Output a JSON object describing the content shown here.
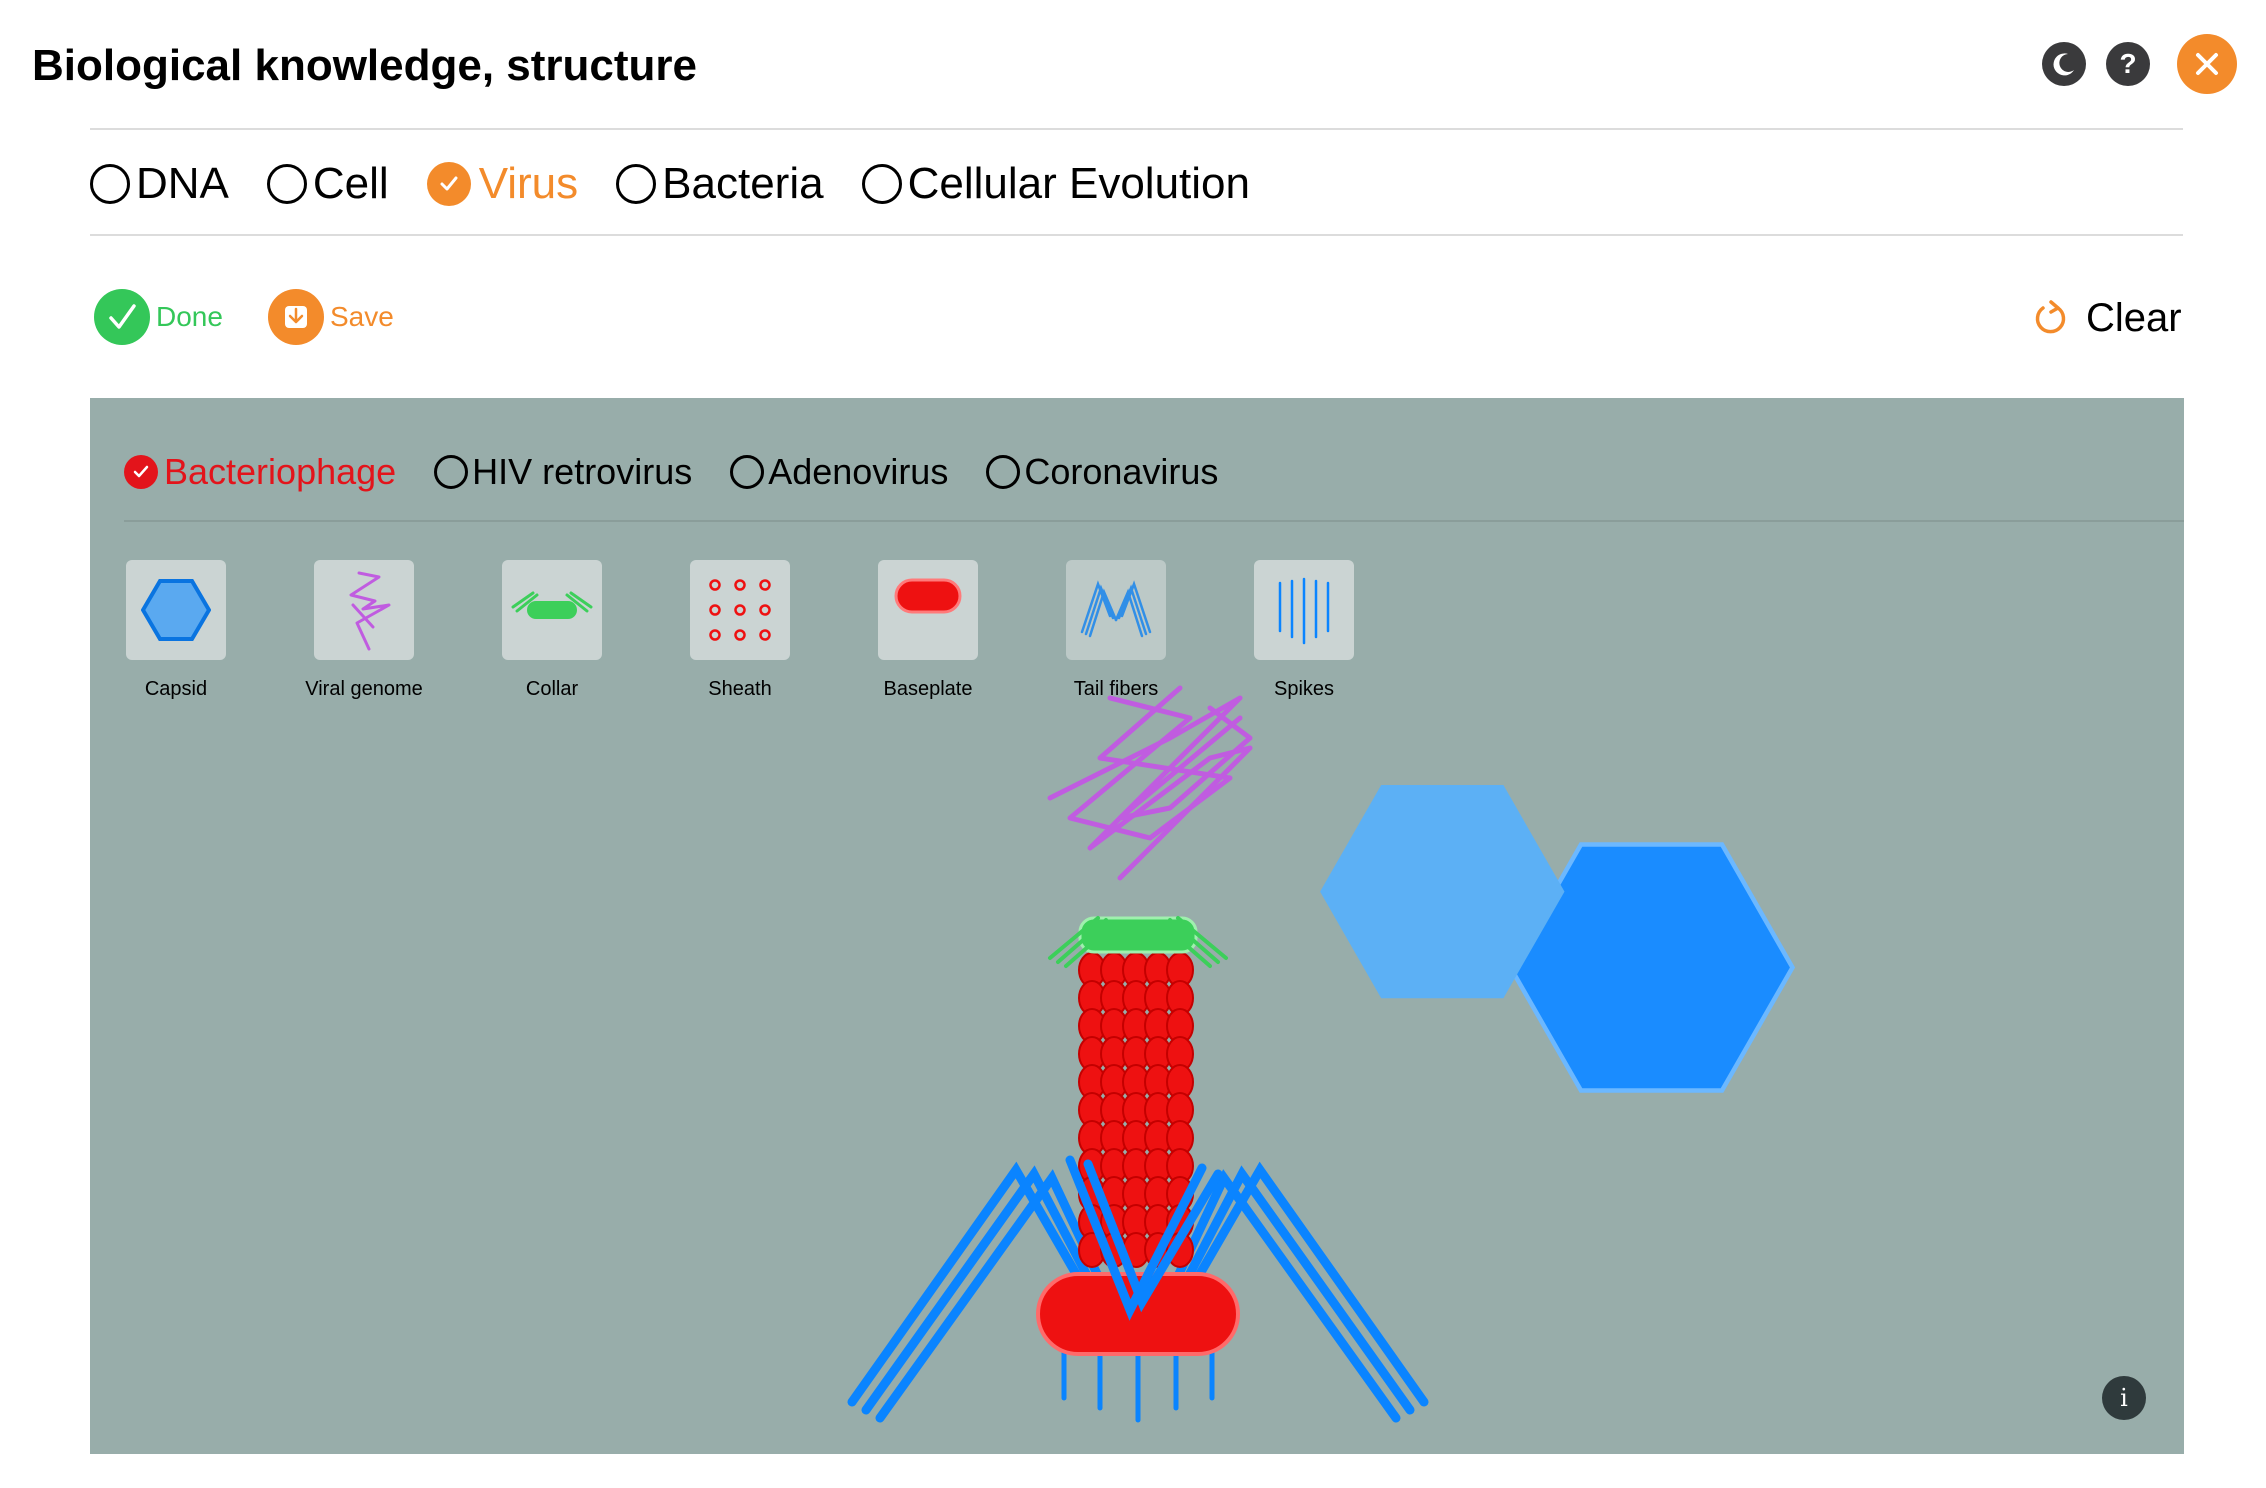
{
  "header": {
    "title": "Biological knowledge, structure",
    "icons": [
      "moon-icon",
      "help-icon",
      "close-icon"
    ],
    "help_glyph": "?"
  },
  "topics": {
    "items": [
      {
        "label": "DNA",
        "selected": false
      },
      {
        "label": "Cell",
        "selected": false
      },
      {
        "label": "Virus",
        "selected": true
      },
      {
        "label": "Bacteria",
        "selected": false
      },
      {
        "label": "Cellular Evolution",
        "selected": false
      }
    ]
  },
  "toolbar": {
    "done_label": "Done",
    "save_label": "Save",
    "clear_label": "Clear"
  },
  "virus_types": {
    "items": [
      {
        "label": "Bacteriophage",
        "selected": true
      },
      {
        "label": "HIV retrovirus",
        "selected": false
      },
      {
        "label": "Adenovirus",
        "selected": false
      },
      {
        "label": "Coronavirus",
        "selected": false
      }
    ]
  },
  "parts": {
    "items": [
      {
        "label": "Capsid",
        "icon": "hexagon-icon"
      },
      {
        "label": "Viral genome",
        "icon": "genome-squiggle-icon"
      },
      {
        "label": "Collar",
        "icon": "collar-icon"
      },
      {
        "label": "Sheath",
        "icon": "dots-grid-icon"
      },
      {
        "label": "Baseplate",
        "icon": "baseplate-icon"
      },
      {
        "label": "Tail fibers",
        "icon": "tail-fibers-icon"
      },
      {
        "label": "Spikes",
        "icon": "spikes-icon"
      }
    ]
  },
  "info_glyph": "i",
  "colors": {
    "accent_orange": "#f38b2b",
    "done_green": "#34c759",
    "selected_red": "#e3141b",
    "panel_bg": "#98adaa",
    "capsid_blue": "#1a8cff",
    "genome_purple": "#c05ce0",
    "collar_green": "#3ccf5a",
    "sheath_red": "#ee1111"
  }
}
